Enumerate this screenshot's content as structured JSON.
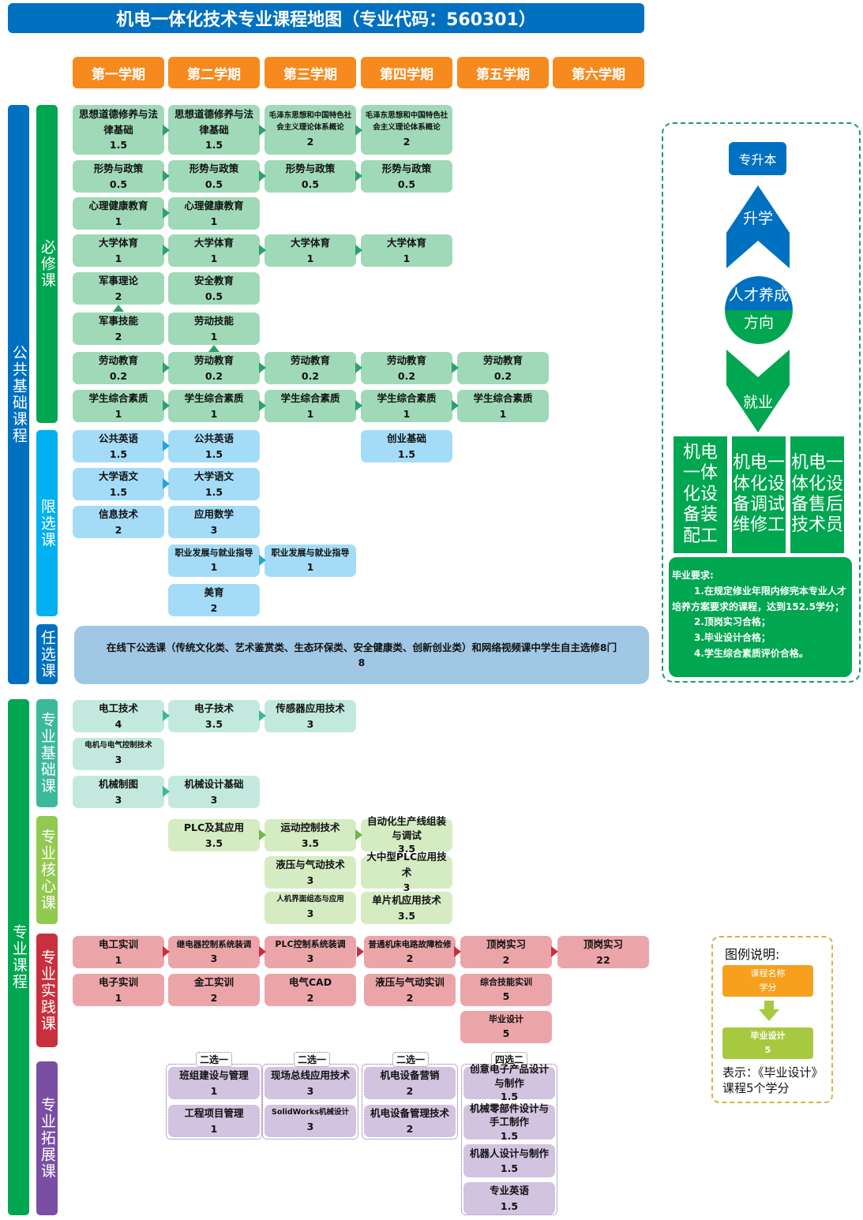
{
  "title": "机电一体化技术专业课程地图（专业代码：560301）",
  "semesters": [
    "第一学期",
    "第二学期",
    "第三学期",
    "第四学期",
    "第五学期",
    "第六学期"
  ],
  "categories": {
    "public": "公共基础课程",
    "required": "必修课",
    "limited": "限选课",
    "elective": "任选课",
    "major": "专业课程",
    "major_basic": "专业基础课",
    "major_core": "专业核心课",
    "major_practice": "专业实践课",
    "major_ext": "专业拓展课"
  },
  "required": [
    [
      "思想道德修养与法律基础",
      "1.5"
    ],
    [
      "思想道德修养与法律基础",
      "1.5"
    ],
    [
      "毛泽东思想和中国特色社会主义理论体系概论",
      "2"
    ],
    [
      "毛泽东思想和中国特色社会主义理论体系概论",
      "2"
    ],
    [
      "形势与政策",
      "0.5"
    ],
    [
      "形势与政策",
      "0.5"
    ],
    [
      "形势与政策",
      "0.5"
    ],
    [
      "形势与政策",
      "0.5"
    ],
    [
      "心理健康教育",
      "1"
    ],
    [
      "心理健康教育",
      "1"
    ],
    [
      "大学体育",
      "1"
    ],
    [
      "大学体育",
      "1"
    ],
    [
      "大学体育",
      "1"
    ],
    [
      "大学体育",
      "1"
    ],
    [
      "军事理论",
      "2"
    ],
    [
      "安全教育",
      "0.5"
    ],
    [
      "军事技能",
      "2"
    ],
    [
      "劳动技能",
      "1"
    ],
    [
      "劳动教育",
      "0.2"
    ],
    [
      "劳动教育",
      "0.2"
    ],
    [
      "劳动教育",
      "0.2"
    ],
    [
      "劳动教育",
      "0.2"
    ],
    [
      "劳动教育",
      "0.2"
    ],
    [
      "学生综合素质",
      "1"
    ],
    [
      "学生综合素质",
      "1"
    ],
    [
      "学生综合素质",
      "1"
    ],
    [
      "学生综合素质",
      "1"
    ],
    [
      "学生综合素质",
      "1"
    ]
  ],
  "limited": [
    [
      "公共英语",
      "1.5"
    ],
    [
      "公共英语",
      "1.5"
    ],
    [
      "创业基础",
      "1.5"
    ],
    [
      "大学语文",
      "1.5"
    ],
    [
      "大学语文",
      "1.5"
    ],
    [
      "信息技术",
      "2"
    ],
    [
      "应用数学",
      "3"
    ],
    [
      "职业发展与就业指导",
      "1"
    ],
    [
      "职业发展与就业指导",
      "1"
    ],
    [
      "美育",
      "2"
    ]
  ],
  "elective": {
    "text": "在线下公选课（传统文化类、艺术鉴赏类、生态环保类、安全健康类、创新创业类）和网络视频课中学生自主选修8门",
    "credit": "8"
  },
  "basic": [
    [
      "电工技术",
      "4"
    ],
    [
      "电子技术",
      "3.5"
    ],
    [
      "传感器应用技术",
      "3"
    ],
    [
      "电机与电气控制技术",
      "3"
    ],
    [
      "机械制图",
      "3"
    ],
    [
      "机械设计基础",
      "3"
    ]
  ],
  "core": [
    [
      "PLC及其应用",
      "3.5"
    ],
    [
      "运动控制技术",
      "3.5"
    ],
    [
      "自动化生产线组装与调试",
      "3.5"
    ],
    [
      "液压与气动技术",
      "3"
    ],
    [
      "大中型PLC应用技术",
      "3"
    ],
    [
      "人机界面组态与应用",
      "3"
    ],
    [
      "单片机应用技术",
      "3.5"
    ]
  ],
  "practice": [
    [
      "电工实训",
      "1"
    ],
    [
      "继电器控制系统装调",
      "3"
    ],
    [
      "PLC控制系统装调",
      "3"
    ],
    [
      "普通机床电路故障检修",
      "2"
    ],
    [
      "顶岗实习",
      "2"
    ],
    [
      "顶岗实习",
      "22"
    ],
    [
      "电子实训",
      "1"
    ],
    [
      "金工实训",
      "2"
    ],
    [
      "电气CAD",
      "2"
    ],
    [
      "液压与气动实训",
      "2"
    ],
    [
      "综合技能实训",
      "5"
    ],
    [
      "毕业设计",
      "5"
    ]
  ],
  "ext_labels": [
    "二选一",
    "二选一",
    "二选一",
    "四选二"
  ],
  "ext": [
    [
      "班组建设与管理",
      "1"
    ],
    [
      "工程项目管理",
      "1"
    ],
    [
      "现场总线应用技术",
      "3"
    ],
    [
      "SolidWorks机械设计",
      "3"
    ],
    [
      "机电设备营销",
      "2"
    ],
    [
      "机电设备管理技术",
      "2"
    ],
    [
      "创意电子产品设计与制作",
      "1.5"
    ],
    [
      "机械零部件设计与手工制作",
      "1.5"
    ],
    [
      "机器人设计与制作",
      "1.5"
    ],
    [
      "专业英语",
      "1.5"
    ]
  ],
  "side": {
    "zsb": "专升本",
    "sx": "升学",
    "rc1": "人才养成",
    "rc2": "方向",
    "jy": "就业",
    "jobs": [
      "机电一体化设备装配工",
      "机电一体化设备调试维修工",
      "机电一体化设备售后技术员"
    ],
    "req_title": "毕业要求:",
    "reqs": [
      "1.在规定修业年限内修完本专业人才培养方案要求的课程，达到152.5学分；",
      "2.顶岗实习合格；",
      "3.毕业设计合格；",
      "4.学生综合素质评价合格。"
    ]
  },
  "legend": {
    "title": "图例说明:",
    "name": "课程名称",
    "credit": "学分",
    "ex_name": "毕业设计",
    "ex_credit": "5",
    "desc": "表示：《毕业设计》课程5个学分"
  }
}
